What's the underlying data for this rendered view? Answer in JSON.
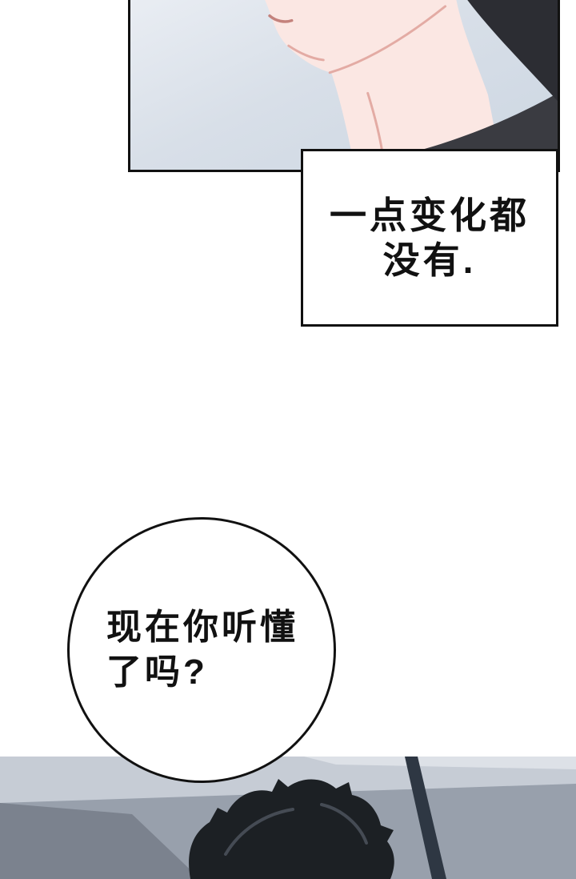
{
  "page": {
    "background": "#ffffff"
  },
  "top_panel": {
    "description": "close-up of a character's chin, jaw and neck",
    "background_top": "#e9edf3",
    "background_bottom": "#ccd6e2",
    "border_color": "#111111",
    "skin_color": "#fbe7e3",
    "skin_shadow_color": "#e3aba4",
    "mouth_color": "#c4827c",
    "hair_color": "#2c2d33",
    "clothing_color": "#3a3b41"
  },
  "caption_box": {
    "lines": [
      "一点变化都",
      "没有."
    ],
    "background": "#ffffff",
    "border_color": "#111111",
    "text_color": "#111111"
  },
  "speech_bubble": {
    "lines": [
      "现在你听懂",
      "了吗?"
    ],
    "background": "#ffffff",
    "border_color": "#111111",
    "text_color": "#111111"
  },
  "bottom_panel": {
    "description": "grey-blue interior scene with dark-haired head seen from behind",
    "base_color": "#98a0ac",
    "light_band_color": "#c6ccd5",
    "highlight_color": "#dde1e7",
    "shadow_color": "#7b828e",
    "pole_color": "#2e3743",
    "hair_color": "#1c2024",
    "hair_highlight_color": "#454b54"
  }
}
